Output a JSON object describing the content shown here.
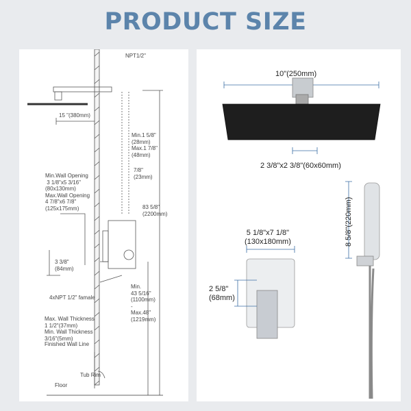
{
  "title": "PRODUCT SIZE",
  "diagram": {
    "npt": "NPT1/2\"",
    "arm": "15 \"(380mm)",
    "min_wall1": "Min.1 5/8\"",
    "min_wall1_mm": "(28mm)",
    "max_wall1": "Max.1 7/8\"",
    "max_wall1_mm": "(48mm)",
    "depth": "7/8\"",
    "depth_mm": "(23mm)",
    "opening": [
      "Min.Wall Opening",
      " 3 1/8\"x5 3/16\"",
      "(80x130mm)",
      "Max.Wall Opening",
      "4 7/8\"x6 7/8\"",
      "(125x175mm)"
    ],
    "height": "83 5/8\"",
    "height_mm": "(2200mm)",
    "offset": "3 3/8\"",
    "offset_mm": "(84mm)",
    "npt_female": "4xNPT 1/2\" famale",
    "valve_h": [
      "Min.",
      "43 5/16\"",
      "(1100mm)",
      "-",
      "Max.48\"",
      "(1219mm)"
    ],
    "thickness": [
      "Max. Wall Thickness",
      "1 1/2\"(37mm)",
      "Min. Wall Thickness",
      "3/16\"(5mm)"
    ],
    "finished": "Finished Wall Line",
    "tub": "Tub Rim",
    "floor": "Floor"
  },
  "product": {
    "head_width": "10\"(250mm)",
    "connector": "2 3/8\"x2 3/8\"(60x60mm)",
    "handheld": "8 5/8\"(220mm)",
    "plate": "5 1/8\"x7 1/8\"",
    "plate_mm": "(130x180mm)",
    "handle": "2 5/8\"",
    "handle_mm": "(68mm)"
  }
}
